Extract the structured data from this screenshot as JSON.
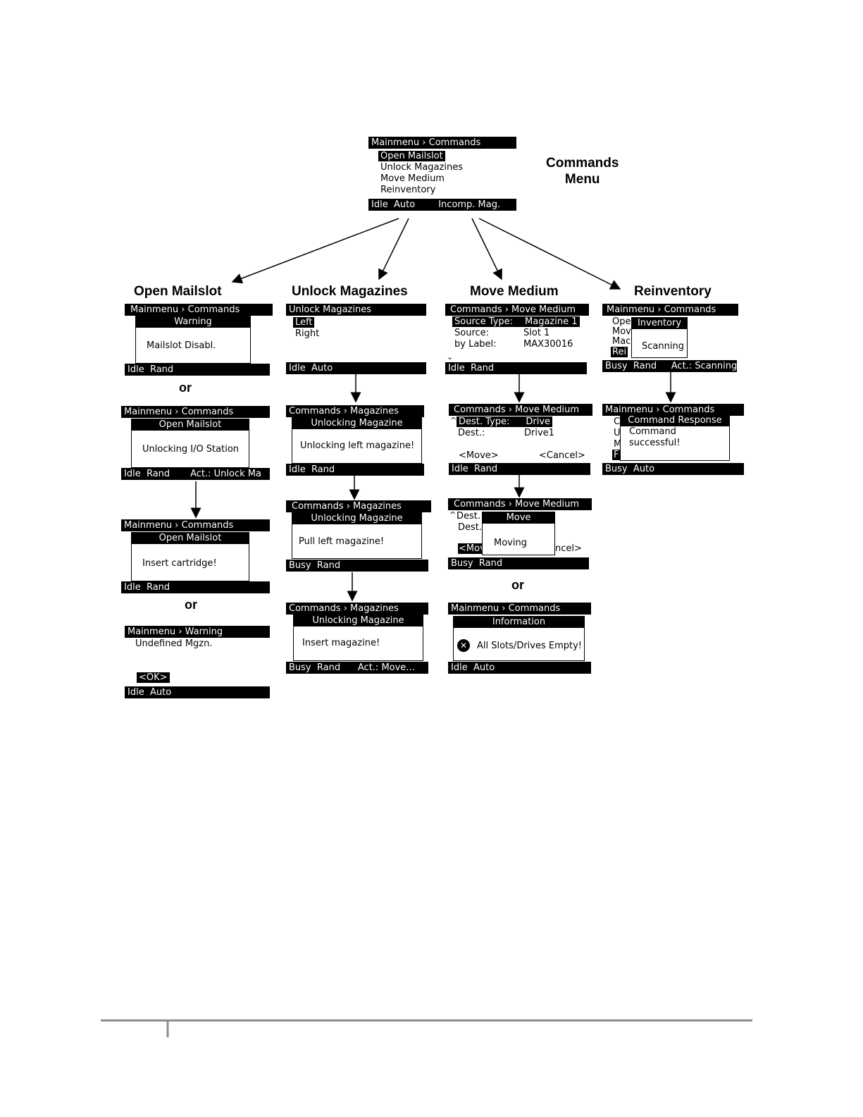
{
  "labels": {
    "commands_menu": "Commands\nMenu",
    "open_mailslot": "Open Mailslot",
    "unlock_magazines": "Unlock Magazines",
    "move_medium": "Move Medium",
    "reinventory": "Reinventory",
    "or": "or"
  },
  "main": {
    "title": "Mainmenu › Commands",
    "items": [
      "Open Mailslot",
      "Unlock Magazines",
      "Move Medium",
      "Reinventory"
    ],
    "status": "Idle  Auto        Incomp. Mag."
  },
  "mailslot": {
    "s1": {
      "title": "Mainmenu › Commands",
      "dialog_title": "Warning",
      "message": "Mailslot Disabl.",
      "status": "Idle  Rand"
    },
    "s2": {
      "title": "Mainmenu › Commands",
      "dialog_title": "Open Mailslot",
      "message": "Unlocking I/O Station",
      "status": "Idle  Rand       Act.: Unlock Ma"
    },
    "s3": {
      "title": "Mainmenu › Commands",
      "dialog_title": "Open Mailslot",
      "message": "Insert cartridge!",
      "status": "Idle  Rand"
    },
    "s4": {
      "title": "Mainmenu › Warning",
      "message": "Undefined Mgzn.",
      "ok": "<OK>",
      "status": "Idle  Auto"
    }
  },
  "unlock": {
    "s1": {
      "title": "Unlock Magazines",
      "item_left": "Left",
      "item_right": "Right",
      "status": "Idle  Auto"
    },
    "s2": {
      "title": "Commands › Magazines",
      "dialog_title": "Unlocking Magazine",
      "message": "Unlocking left magazine!",
      "status": "Idle  Rand"
    },
    "s3": {
      "title": "Commands › Magazines",
      "dialog_title": "Unlocking Magazine",
      "message": "Pull left magazine!",
      "status": "Busy  Rand"
    },
    "s4": {
      "title": "Commands › Magazines",
      "dialog_title": "Unlocking Magazine",
      "message": "Insert magazine!",
      "status": "Busy  Rand      Act.: Move..."
    }
  },
  "move": {
    "s1": {
      "title": "Commands › Move Medium",
      "row1_label": "Source Type:",
      "row1_value": "Magazine 1",
      "row2_label": "Source:",
      "row2_value": "Slot 1",
      "row3_label": "by Label:",
      "row3_value": "MAX30016",
      "status": "Idle  Rand"
    },
    "s2": {
      "title": "Commands › Move Medium",
      "row1_label": "Dest. Type:",
      "row1_value": "Drive",
      "row2_label": "Dest.:",
      "row2_value": "Drive1",
      "move_btn": "<Move>",
      "cancel_btn": "<Cancel>",
      "status": "Idle  Rand"
    },
    "s3": {
      "title": "Commands › Move Medium",
      "row1": "Dest.",
      "row2": "Dest.",
      "move_btn_partial": "<Mov",
      "cancel_btn_partial": "ncel>",
      "dialog_title": "Move",
      "message": "Moving",
      "status": "Busy  Rand"
    },
    "s4": {
      "title": "Mainmenu › Commands",
      "dialog_title": "Information",
      "message": "All Slots/Drives Empty!",
      "status": "Idle  Auto"
    }
  },
  "reinv": {
    "s1": {
      "title": "Mainmenu › Commands",
      "items": [
        "Ope",
        "Mov",
        "Mac",
        "Rei"
      ],
      "dialog_title": "Inventory",
      "message": "Scanning",
      "status": "Busy  Rand     Act.: Scanning"
    },
    "s2": {
      "title": "Mainmenu › Commands",
      "items": [
        "C",
        "U",
        "M",
        "F"
      ],
      "dialog_title": "Command Response",
      "message": "Command\nsuccessful!",
      "status": "Busy  Auto"
    }
  }
}
